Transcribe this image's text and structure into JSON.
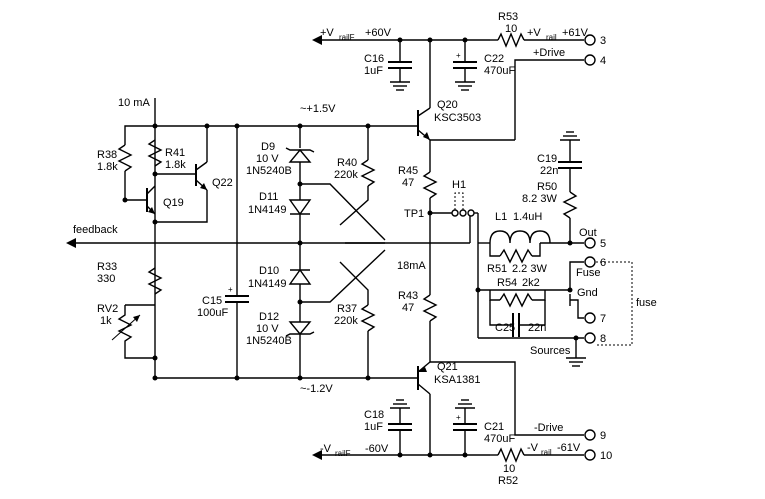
{
  "labels": {
    "vrailF_pos": "+V",
    "vrailF_pos_sub": "railF",
    "v60_pos": "+60V",
    "r53": "R53",
    "r53_val": "10",
    "vrail_pos": "+V",
    "vrail_pos_sub": "rail",
    "v61_pos": "+61V",
    "c16": "C16",
    "c16_val": "1uF",
    "c22": "C22",
    "c22_val": "470uF",
    "drive_pos": "+Drive",
    "t3": "3",
    "t4": "4",
    "t5": "5",
    "t6": "6",
    "t7": "7",
    "t8": "8",
    "t9": "9",
    "t10": "10",
    "i10ma": "10 mA",
    "v15": "~+1.5V",
    "q20": "Q20",
    "q20_part": "KSC3503",
    "r38": "R38",
    "r38_val": "1.8k",
    "r41": "R41",
    "r41_val": "1.8k",
    "q22": "Q22",
    "q19": "Q19",
    "d9": "D9",
    "d9_v": "10 V",
    "d9_part": "1N5240B",
    "r40": "R40",
    "r40_val": "220k",
    "r45": "R45",
    "r45_val": "47",
    "c19": "C19",
    "c19_val": "22n",
    "r50": "R50",
    "r50_val": "8.2 3W",
    "h1": "H1",
    "d11": "D11",
    "d11_part": "1N4149",
    "tp1": "TP1",
    "l1": "L1",
    "l1_val": "1.4uH",
    "out": "Out",
    "feedback": "feedback",
    "r51": "R51",
    "r51_val": "2.2 3W",
    "r33": "R33",
    "r33_val": "330",
    "i18ma": "18mA",
    "fuse_lbl": "Fuse",
    "fuse_side": "fuse",
    "d10": "D10",
    "d10_part": "1N4149",
    "r54": "R54",
    "r54_val": "2k2",
    "gnd": "Gnd",
    "rv2": "RV2",
    "rv2_val": "1k",
    "c15": "C15",
    "c15_val": "100uF",
    "r37": "R37",
    "r37_val": "220k",
    "r43": "R43",
    "r43_val": "47",
    "c25": "C25",
    "c25_val": "22n",
    "d12": "D12",
    "d12_v": "10 V",
    "d12_part": "1N5240B",
    "sources": "Sources",
    "q21": "Q21",
    "q21_part": "KSA1381",
    "vm12": "~-1.2V",
    "c18": "C18",
    "c18_val": "1uF",
    "c21": "C21",
    "c21_val": "470uF",
    "drive_neg": "-Drive",
    "vrailF_neg": "-V",
    "vrailF_neg_sub": "railF",
    "v60_neg": "-60V",
    "r52": "R52",
    "r52_val": "10",
    "vrail_neg": "-V",
    "vrail_neg_sub": "rail",
    "v61_neg": "-61V"
  }
}
